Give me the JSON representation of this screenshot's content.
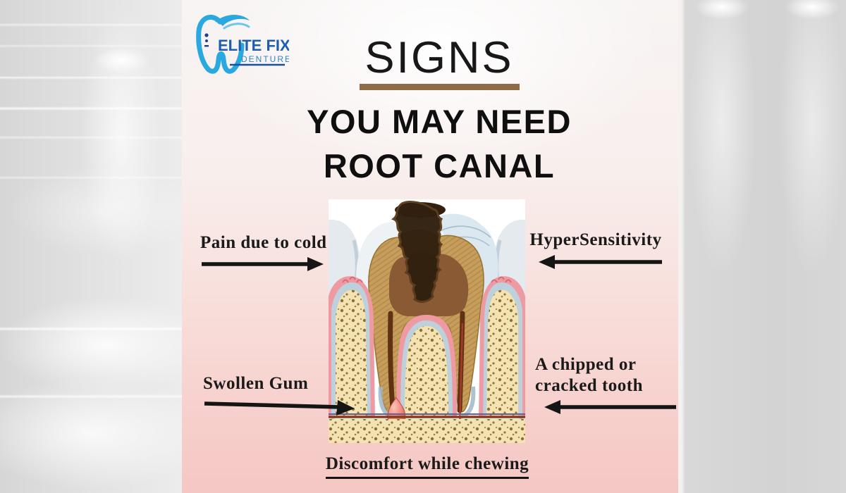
{
  "brand": {
    "name": "ELITE FIX",
    "sub": "DENTURE"
  },
  "header": {
    "title": "SIGNS",
    "subtitle_line1": "YOU MAY NEED",
    "subtitle_line2": "ROOT CANAL"
  },
  "callouts": {
    "pain_cold": {
      "label": "Pain due to cold",
      "arrow_direction": "right"
    },
    "hypersensitivity": {
      "label": "HyperSensitivity",
      "arrow_direction": "left"
    },
    "swollen_gum": {
      "label": "Swollen Gum",
      "arrow_direction": "right"
    },
    "chipped_tooth": {
      "line1": "A chipped or",
      "line2": "cracked tooth",
      "arrow_direction": "left"
    },
    "discomfort": {
      "label": "Discomfort while chewing"
    }
  },
  "illustration": {
    "name": "decayed-molar-cross-section"
  },
  "icons": {
    "logo": "tooth-logo-icon",
    "arrow_right": "arrow-right-icon",
    "arrow_left": "arrow-left-icon"
  },
  "colors": {
    "title_underline": "#8F6B4A",
    "panel_top": "#F7F4F3",
    "panel_pink_bottom": "#F5C7C4",
    "backdrop_gray": "#D9D9D9",
    "text_black": "#141414",
    "logo_light_blue": "#2AA9E0",
    "logo_text_blue": "#1D5FAE",
    "logo_sub_blue": "#2F86C8",
    "decay_brown": "#31200F",
    "dentin_gold": "#C79D5C",
    "gum_pink": "#EF9AA2",
    "bone_cream": "#F3E3B2",
    "abscess_red": "#E2645E"
  }
}
